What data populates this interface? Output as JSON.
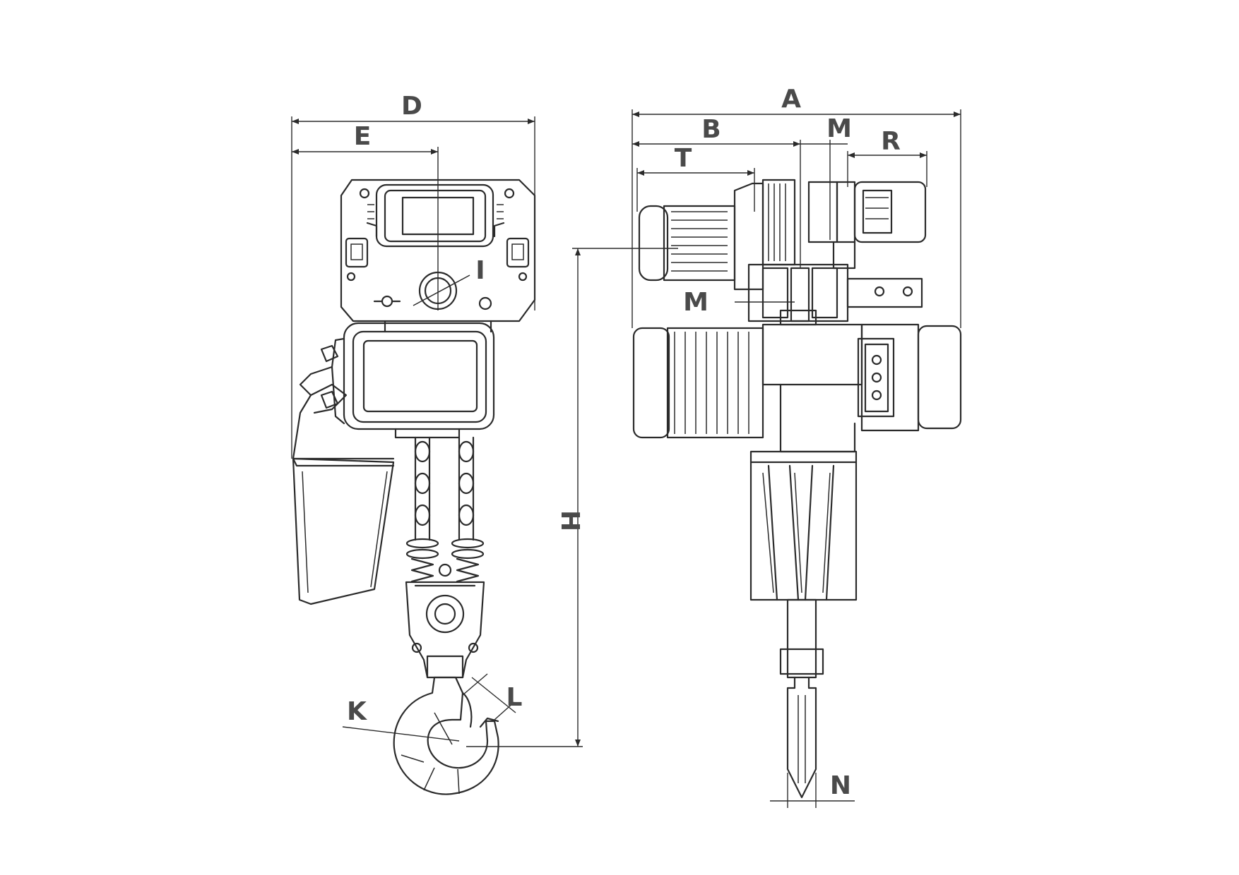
{
  "labels": {
    "A": "A",
    "B": "B",
    "D": "D",
    "E": "E",
    "H": "H",
    "I": "I",
    "K": "K",
    "L": "L",
    "M_top": "M",
    "M_mid": "M",
    "N": "N",
    "R": "R",
    "T": "T"
  },
  "colors": {
    "line": "#2b2b2b",
    "label": "#4a4a4a",
    "background": "#ffffff"
  }
}
